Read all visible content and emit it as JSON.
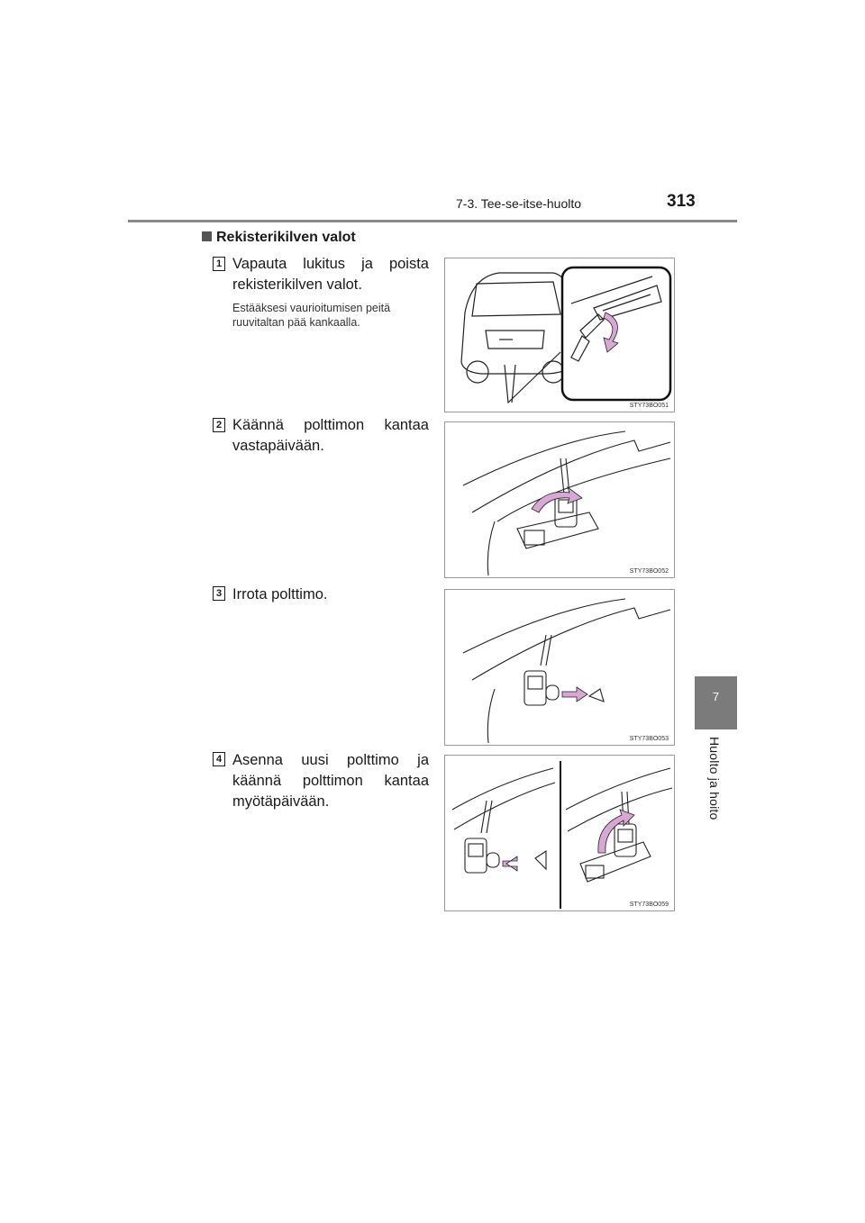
{
  "header": {
    "section": "7-3. Tee-se-itse-huolto",
    "page_number": "313"
  },
  "side_tab": {
    "chapter": "7",
    "label": "Huolto ja hoito"
  },
  "heading": "Rekisterikilven valot",
  "steps": [
    {
      "number": "1",
      "text_lines": [
        "Vapauta lukitus ja poista",
        "rekisterikilven valot."
      ],
      "note": "Estääksesi vaurioitumisen peitä ruuvitaltan pää kankaalla.",
      "figure_code": "STY73BO051"
    },
    {
      "number": "2",
      "text_lines": [
        "Käännä polttimon kantaa",
        "vastapäivään."
      ],
      "note": "",
      "figure_code": "STY73BO052"
    },
    {
      "number": "3",
      "text_lines": [
        "Irrota polttimo."
      ],
      "note": "",
      "figure_code": "STY73BO053"
    },
    {
      "number": "4",
      "text_lines": [
        "Asenna uusi polttimo ja",
        "käännä polttimon kantaa",
        "myötäpäivään."
      ],
      "note": "",
      "figure_code": "STY73BO059"
    }
  ],
  "colors": {
    "rule": "#8a8a8a",
    "tab": "#7b7b7b",
    "arrow": "#d9a6d6"
  }
}
